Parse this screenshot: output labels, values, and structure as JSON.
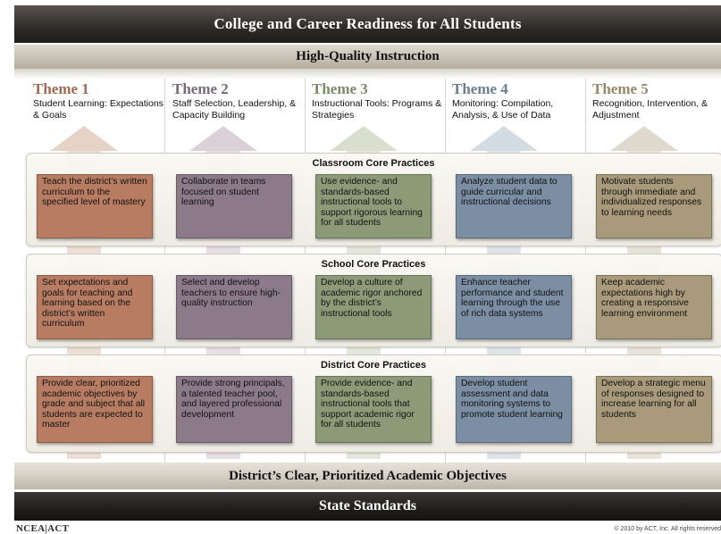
{
  "header": {
    "title": "College and Career Readiness for All Students",
    "subtitle": "High-Quality Instruction"
  },
  "colors": {
    "theme1": "#b87c63",
    "theme2": "#8c7a8a",
    "theme3": "#8c9a78",
    "theme4": "#7b8ea3",
    "theme5": "#a89a7a"
  },
  "themes": [
    {
      "num": "Theme 1",
      "sub": "Student Learning: Expectations & Goals"
    },
    {
      "num": "Theme 2",
      "sub": "Staff Selection, Leadership, & Capacity Building"
    },
    {
      "num": "Theme 3",
      "sub": "Instructional Tools: Programs & Strategies"
    },
    {
      "num": "Theme 4",
      "sub": "Monitoring: Compilation, Analysis, & Use of Data"
    },
    {
      "num": "Theme 5",
      "sub": "Recognition, Intervention, & Adjustment"
    }
  ],
  "classroom": {
    "title": "Classroom Core Practices",
    "items": [
      "Teach the district’s written curriculum to the specified level of mastery",
      "Collaborate in teams focused on student learning",
      "Use evidence- and standards-based instructional tools to support rigorous learning for all students",
      "Analyze student data to guide curricular and instructional decisions",
      "Motivate students through immediate and individualized responses to learning needs"
    ]
  },
  "school": {
    "title": "School Core Practices",
    "items": [
      "Set expectations and goals for teaching and learning based on the district’s written curriculum",
      "Select and develop teachers to ensure high-quality instruction",
      "Develop a culture of academic rigor anchored by the district’s instructional tools",
      "Enhance teacher performance and student learning through the use of rich data systems",
      "Keep academic expectations high by creating a responsive learning environment"
    ]
  },
  "district": {
    "title": "District Core Practices",
    "items": [
      "Provide clear, prioritized academic objectives by grade and subject that all students are expected to master",
      "Provide strong principals, a talented teacher pool, and layered professional development",
      "Provide evidence- and standards-based instructional tools that support academic rigor for all students",
      "Develop student assessment and data monitoring systems to promote student learning",
      "Develop a strategic menu of responses designed to increase learning for all students"
    ]
  },
  "footer": {
    "objectives": "District’s Clear, Prioritized Academic Objectives",
    "standards": "State Standards",
    "logo": "NCEA|ACT",
    "copyright": "© 2010 by ACT, Inc. All rights reserved"
  }
}
